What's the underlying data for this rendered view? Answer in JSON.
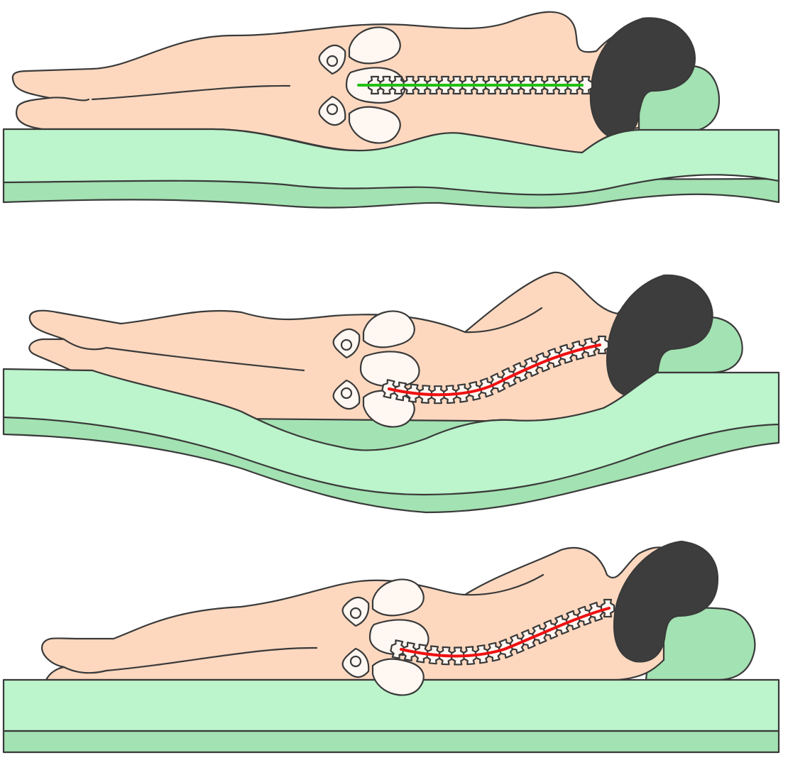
{
  "colors": {
    "skin": "#fdd8bf",
    "mattress_top": "#bcf4cb",
    "mattress_base": "#a3e2b2",
    "pillow": "#a3e2b2",
    "hair": "#3d3d3d",
    "bone": "#fff7f2",
    "outline": "#3a3a3a",
    "spine_aligned": "#22c012",
    "spine_misaligned": "#ee1111"
  },
  "scenes": [
    {
      "id": "medium-firm-mattress",
      "spine_alignment": "straight",
      "mattress_sag": "slight"
    },
    {
      "id": "too-soft-mattress",
      "spine_alignment": "curved",
      "mattress_sag": "deep"
    },
    {
      "id": "too-firm-mattress",
      "spine_alignment": "curved",
      "mattress_sag": "none"
    }
  ],
  "icons": [
    "vertebra-icon",
    "pelvis-icon"
  ]
}
